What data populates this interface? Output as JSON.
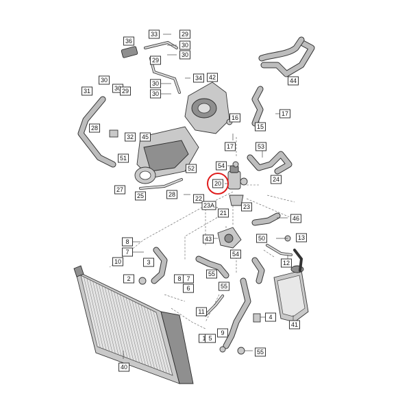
{
  "highlighted_part": "20",
  "callouts": [
    {
      "id": "c33",
      "label": "33"
    },
    {
      "id": "c29a",
      "label": "29"
    },
    {
      "id": "c30a",
      "label": "30"
    },
    {
      "id": "c30b",
      "label": "30"
    },
    {
      "id": "c36",
      "label": "36"
    },
    {
      "id": "c29b",
      "label": "29"
    },
    {
      "id": "c34",
      "label": "34"
    },
    {
      "id": "c42",
      "label": "42"
    },
    {
      "id": "c30c",
      "label": "30"
    },
    {
      "id": "c30d",
      "label": "30"
    },
    {
      "id": "c44",
      "label": "44"
    },
    {
      "id": "c31",
      "label": "31"
    },
    {
      "id": "c30e",
      "label": "30"
    },
    {
      "id": "c30f",
      "label": "30"
    },
    {
      "id": "c29c",
      "label": "29"
    },
    {
      "id": "c17a",
      "label": "17"
    },
    {
      "id": "c16",
      "label": "16"
    },
    {
      "id": "c15",
      "label": "15"
    },
    {
      "id": "c28a",
      "label": "28"
    },
    {
      "id": "c45",
      "label": "45"
    },
    {
      "id": "c32",
      "label": "32"
    },
    {
      "id": "c17b",
      "label": "17"
    },
    {
      "id": "c53",
      "label": "53"
    },
    {
      "id": "c51",
      "label": "51"
    },
    {
      "id": "c54a",
      "label": "54"
    },
    {
      "id": "c52",
      "label": "52"
    },
    {
      "id": "c24",
      "label": "24"
    },
    {
      "id": "c20",
      "label": "20"
    },
    {
      "id": "c27",
      "label": "27"
    },
    {
      "id": "c25",
      "label": "25"
    },
    {
      "id": "c28b",
      "label": "28"
    },
    {
      "id": "c22",
      "label": "22"
    },
    {
      "id": "c23a",
      "label": "23A"
    },
    {
      "id": "c21",
      "label": "21"
    },
    {
      "id": "c23",
      "label": "23"
    },
    {
      "id": "c46",
      "label": "46"
    },
    {
      "id": "c8a",
      "label": "8"
    },
    {
      "id": "c43",
      "label": "43"
    },
    {
      "id": "c50",
      "label": "50"
    },
    {
      "id": "c13",
      "label": "13"
    },
    {
      "id": "c7a",
      "label": "7"
    },
    {
      "id": "c10",
      "label": "10"
    },
    {
      "id": "c3",
      "label": "3"
    },
    {
      "id": "c54b",
      "label": "54"
    },
    {
      "id": "c12",
      "label": "12"
    },
    {
      "id": "c2",
      "label": "2"
    },
    {
      "id": "c8b",
      "label": "8"
    },
    {
      "id": "c7b",
      "label": "7"
    },
    {
      "id": "c55a",
      "label": "55"
    },
    {
      "id": "c55b",
      "label": "55"
    },
    {
      "id": "c6",
      "label": "6"
    },
    {
      "id": "c11",
      "label": "11"
    },
    {
      "id": "c4",
      "label": "4"
    },
    {
      "id": "c41",
      "label": "41"
    },
    {
      "id": "c1",
      "label": "1"
    },
    {
      "id": "c5",
      "label": "5"
    },
    {
      "id": "c9",
      "label": "9"
    },
    {
      "id": "c55c",
      "label": "55"
    },
    {
      "id": "c40",
      "label": "40"
    }
  ]
}
